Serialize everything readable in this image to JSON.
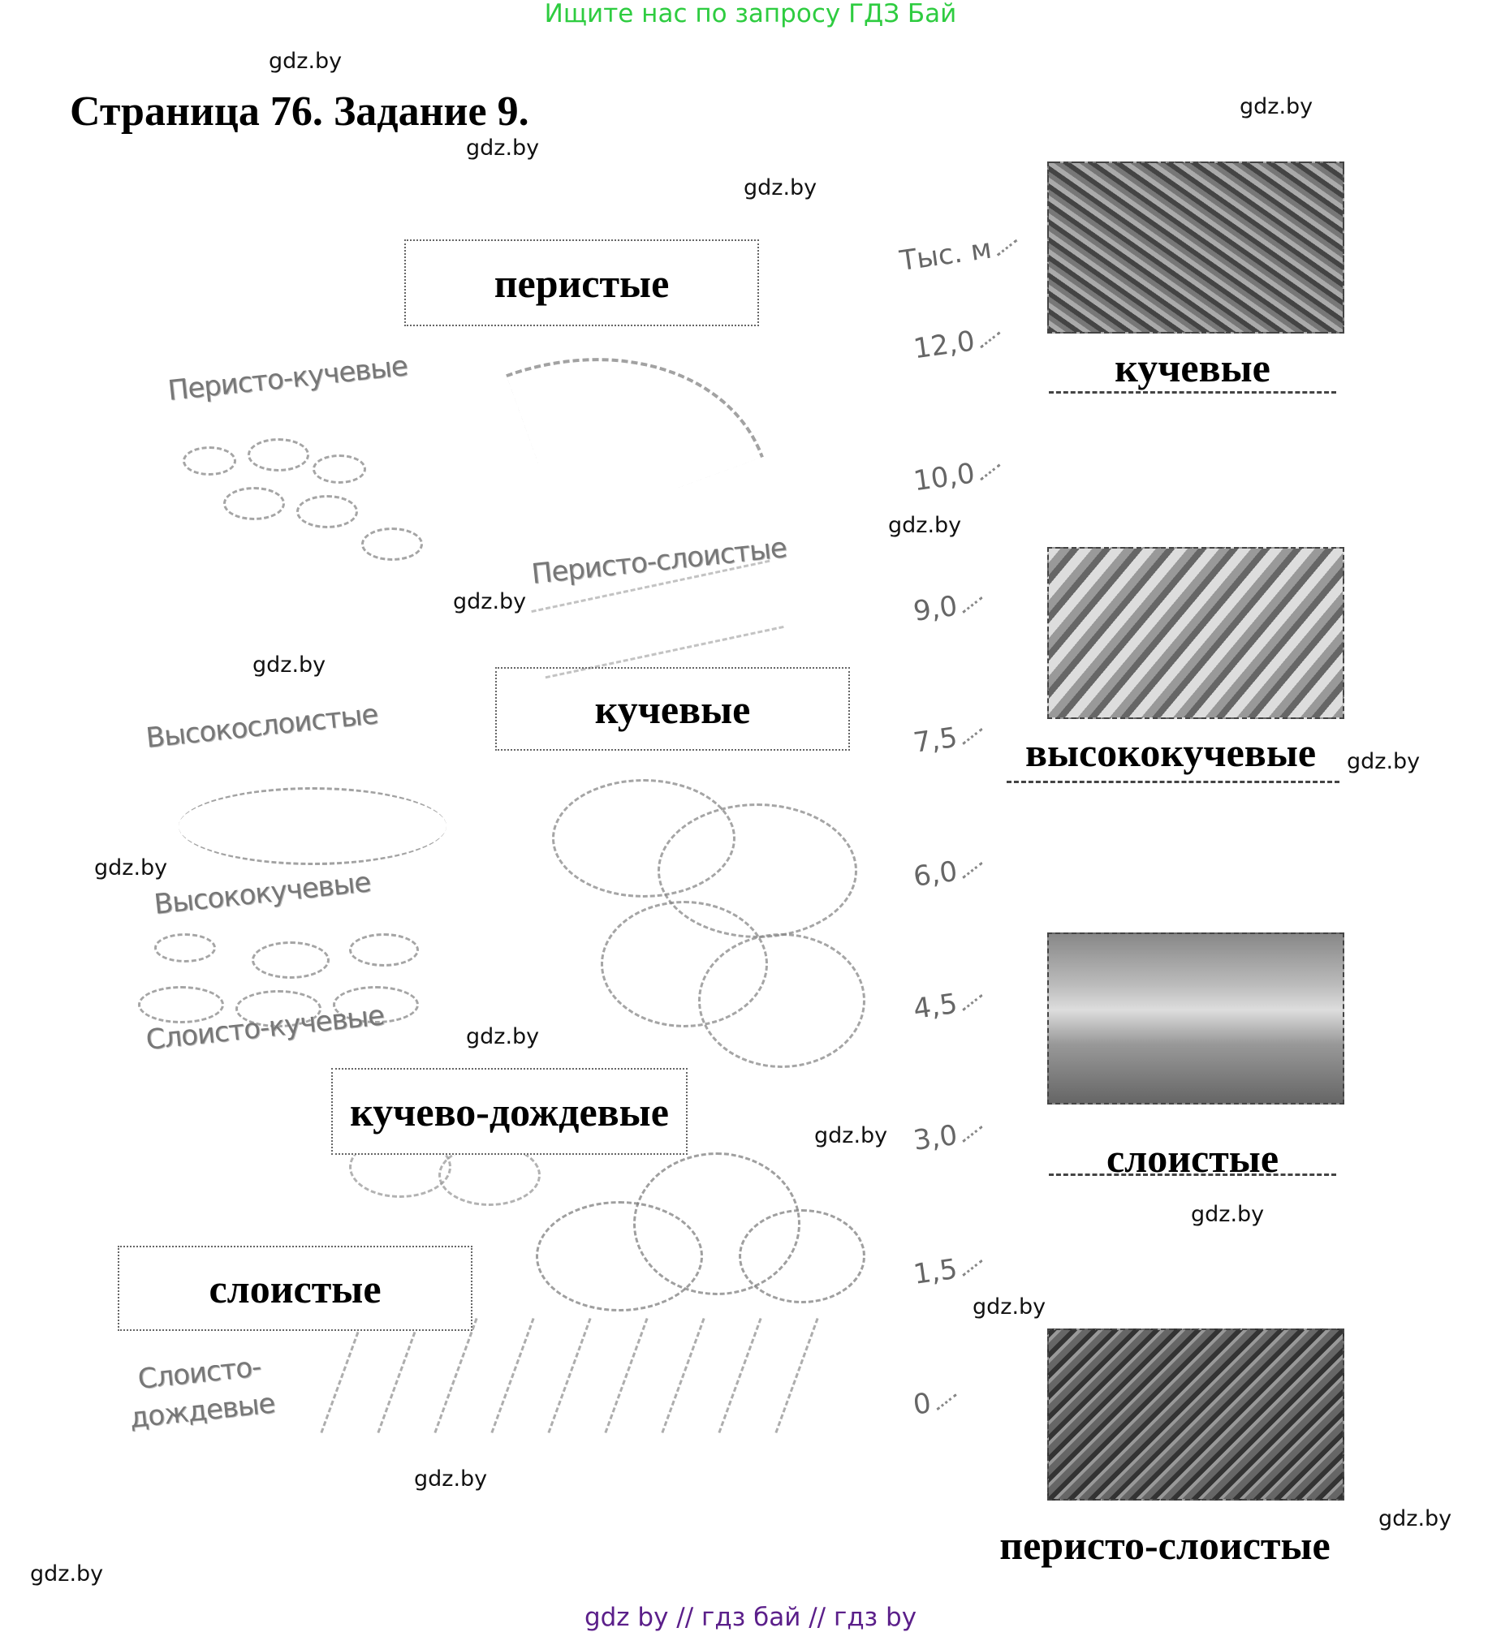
{
  "banner": {
    "text": "Ищите нас по запросу ГДЗ Бай",
    "color": "#2ecc40"
  },
  "title": "Страница 76. Задание 9.",
  "watermark": "gdz.by",
  "diagram": {
    "height_axis_label": "Тыс. м",
    "heights": [
      "12,0",
      "10,0",
      "9,0",
      "7,5",
      "6,0",
      "4,5",
      "3,0",
      "1,5",
      "0"
    ],
    "printed_labels": [
      "Перисто-кучевые",
      "Перисто-слоистые",
      "Высокослоистые",
      "Высококучевые",
      "Слоисто-кучевые",
      "Слоисто-",
      "дождевые"
    ],
    "answer_boxes": [
      "перистые",
      "кучевые",
      "кучево-дождевые",
      "слоистые"
    ]
  },
  "photos": [
    {
      "answer": "кучевые"
    },
    {
      "answer": "высококучевые"
    },
    {
      "answer": "слоистые"
    },
    {
      "answer": "перисто-слоистые"
    }
  ],
  "footer": {
    "text": "gdz by  //  гдз бай  //  гдз by",
    "color": "#5b1f8a"
  }
}
